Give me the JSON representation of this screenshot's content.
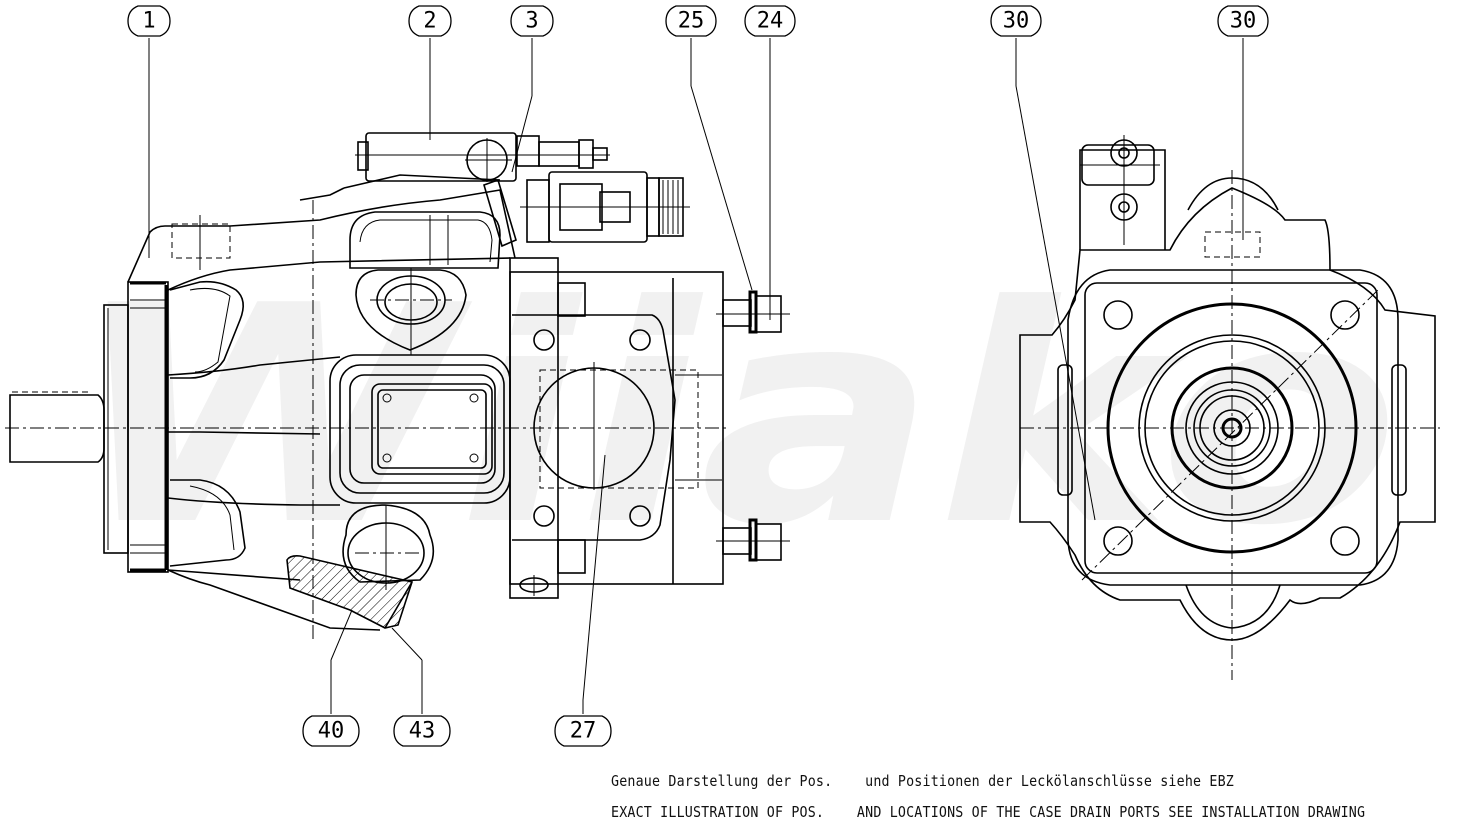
{
  "drawing": {
    "title": "Axial piston pump — side and front views",
    "watermark": "Wiiako",
    "views": [
      "side-view",
      "front-view"
    ]
  },
  "balloons": [
    {
      "id": "b1",
      "label": "1",
      "part": "housing-flange"
    },
    {
      "id": "b2",
      "label": "2",
      "part": "control-valve"
    },
    {
      "id": "b3",
      "label": "3",
      "part": "solenoid-connector"
    },
    {
      "id": "b25",
      "label": "25",
      "part": "upper-plug-washer"
    },
    {
      "id": "b24",
      "label": "24",
      "part": "upper-plug"
    },
    {
      "id": "b30a",
      "label": "30",
      "part": "case-drain-port-left"
    },
    {
      "id": "b30b",
      "label": "30",
      "part": "case-drain-port-top"
    },
    {
      "id": "b40",
      "label": "40",
      "part": "lower-port-cover"
    },
    {
      "id": "b43",
      "label": "43",
      "part": "lower-port-seal"
    },
    {
      "id": "b27",
      "label": "27",
      "part": "suction-port-flange"
    }
  ],
  "notes": {
    "german": "Genaue Darstellung der Pos.    und Positionen der Lecköl­anschlüsse siehe EBZ",
    "english": "EXACT ILLUSTRATION OF POS.    AND LOCATIONS OF THE CASE DRAIN PORTS SEE INSTALLATION DRAWING"
  },
  "colors": {
    "line": "#000000",
    "background": "#ffffff",
    "watermark": "#f1f1f1"
  }
}
